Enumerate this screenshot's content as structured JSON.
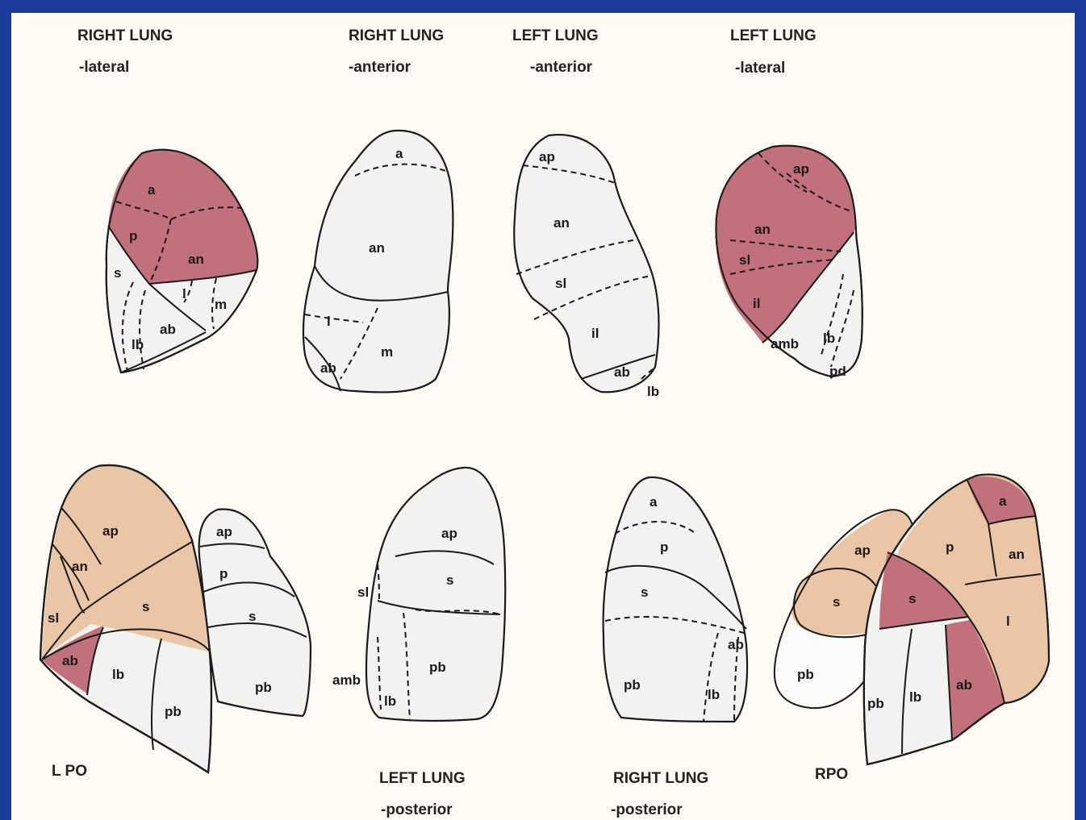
{
  "headers": {
    "right_lung_lateral": {
      "title": "RIGHT LUNG",
      "sub": "-lateral"
    },
    "right_lung_anterior": {
      "title": "RIGHT LUNG",
      "sub": "-anterior"
    },
    "left_lung_anterior": {
      "title": "LEFT LUNG",
      "sub": "-anterior"
    },
    "left_lung_lateral": {
      "title": "LEFT LUNG",
      "sub": "-lateral"
    },
    "left_lung_posterior": {
      "title": "LEFT LUNG",
      "sub": "-posterior"
    },
    "right_lung_posterior": {
      "title": "RIGHT LUNG",
      "sub": "-posterior"
    },
    "lpo": "L PO",
    "rpo": "RPO"
  },
  "views": {
    "rl_lateral": {
      "a": "a",
      "p": "p",
      "an": "an",
      "s": "s",
      "l": "l",
      "m": "m",
      "ab": "ab",
      "lb": "lb"
    },
    "rl_anterior": {
      "a": "a",
      "an": "an",
      "l": "l",
      "m": "m",
      "ab": "ab"
    },
    "ll_anterior": {
      "ap": "ap",
      "an": "an",
      "sl": "sl",
      "il": "il",
      "ab": "ab",
      "lb": "lb"
    },
    "ll_lateral": {
      "ap": "ap",
      "an": "an",
      "sl": "sl",
      "il": "il",
      "amb": "amb",
      "lb": "lb",
      "pd": "pd"
    },
    "lpo": {
      "ap": "ap",
      "an": "an",
      "sl": "sl",
      "s": "s",
      "ab": "ab",
      "lb": "lb",
      "pb": "pb",
      "ap2": "ap",
      "p2": "p",
      "s2": "s",
      "pb2": "pb"
    },
    "ll_posterior": {
      "ap": "ap",
      "s": "s",
      "sl": "sl",
      "amb": "amb",
      "lb": "lb",
      "pb": "pb"
    },
    "rl_posterior": {
      "a": "a",
      "p": "p",
      "s": "s",
      "ab": "ab",
      "pb": "pb",
      "lb": "lb"
    },
    "rpo": {
      "ap": "ap",
      "s": "s",
      "pb": "pb",
      "a": "a",
      "p": "p",
      "an": "an",
      "s2": "s",
      "l": "l",
      "ab": "ab",
      "lb": "lb",
      "pb2": "pb"
    }
  },
  "colors": {
    "background_frame": "#1a3a9c",
    "sheet": "#fdfbf4",
    "highlight_pink": "#c1707c",
    "highlight_peach": "#ebc6a6",
    "segment_fill": "#f2f2f0"
  }
}
